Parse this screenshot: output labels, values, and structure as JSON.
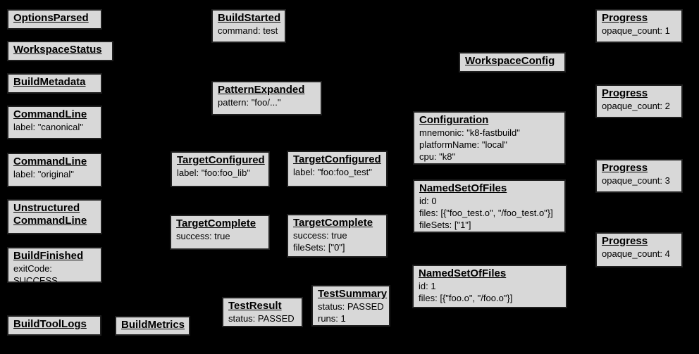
{
  "colors": {
    "background": "#000000",
    "node_fill": "#d8d8d8",
    "node_border": "#1f1f1f",
    "node_text": "#000000"
  },
  "nodes": {
    "options_parsed": {
      "title": "OptionsParsed"
    },
    "workspace_status": {
      "title": "WorkspaceStatus"
    },
    "build_metadata": {
      "title": "BuildMetadata"
    },
    "command_line_canonical": {
      "title": "CommandLine",
      "body": [
        "label: \"canonical\""
      ]
    },
    "command_line_original": {
      "title": "CommandLine",
      "body": [
        "label: \"original\""
      ]
    },
    "unstructured_command_line": {
      "title": [
        "Unstructured",
        "CommandLine"
      ]
    },
    "build_finished": {
      "title": "BuildFinished",
      "body": [
        "exitCode: SUCCESS"
      ]
    },
    "build_tool_logs": {
      "title": "BuildToolLogs"
    },
    "build_metrics": {
      "title": "BuildMetrics"
    },
    "build_started": {
      "title": "BuildStarted",
      "body": [
        "command: test"
      ]
    },
    "pattern_expanded": {
      "title": "PatternExpanded",
      "body": [
        "pattern: \"foo/...\""
      ]
    },
    "target_configured_lib": {
      "title": "TargetConfigured",
      "body": [
        "label: \"foo:foo_lib\""
      ]
    },
    "target_configured_test": {
      "title": "TargetConfigured",
      "body": [
        "label: \"foo:foo_test\""
      ]
    },
    "target_complete_lib": {
      "title": "TargetComplete",
      "body": [
        "success: true"
      ]
    },
    "target_complete_test": {
      "title": "TargetComplete",
      "body": [
        "success: true",
        "fileSets: [\"0\"]"
      ]
    },
    "test_result": {
      "title": "TestResult",
      "body": [
        "status: PASSED"
      ]
    },
    "test_summary": {
      "title": "TestSummary",
      "body": [
        "status: PASSED",
        "runs: 1"
      ]
    },
    "workspace_config": {
      "title": "WorkspaceConfig"
    },
    "configuration": {
      "title": "Configuration",
      "body": [
        "mnemonic: \"k8-fastbuild\"",
        "platformName: \"local\"",
        "cpu: \"k8\""
      ]
    },
    "named_set_of_files_0": {
      "title": "NamedSetOfFiles",
      "body": [
        "id: 0",
        "files: [{\"foo_test.o\", \"/foo_test.o\"}]",
        "fileSets: [\"1\"]"
      ]
    },
    "named_set_of_files_1": {
      "title": "NamedSetOfFiles",
      "body": [
        "id: 1",
        "files: [{\"foo.o\", \"/foo.o\"}]"
      ]
    },
    "progress_1": {
      "title": "Progress",
      "body": [
        "opaque_count: 1"
      ]
    },
    "progress_2": {
      "title": "Progress",
      "body": [
        "opaque_count: 2"
      ]
    },
    "progress_3": {
      "title": "Progress",
      "body": [
        "opaque_count: 3"
      ]
    },
    "progress_4": {
      "title": "Progress",
      "body": [
        "opaque_count: 4"
      ]
    }
  }
}
